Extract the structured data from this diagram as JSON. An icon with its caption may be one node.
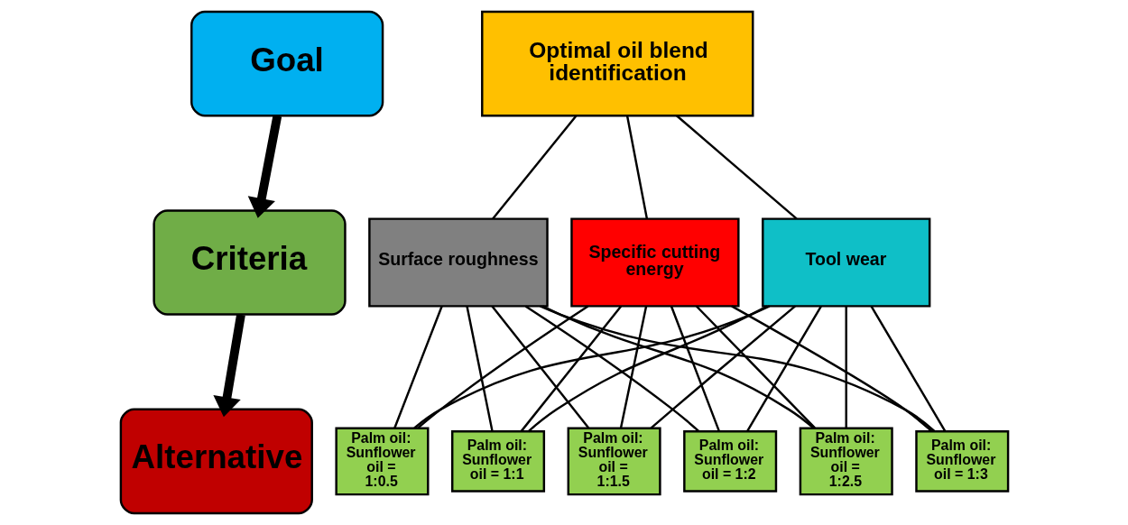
{
  "diagram": {
    "nodes": [
      {
        "text": [
          "Goal"
        ]
      },
      {
        "text": [
          "Criteria"
        ]
      },
      {
        "text": [
          "Alternative"
        ]
      },
      {
        "text": [
          "Optimal oil blend identification"
        ]
      },
      {
        "text": [
          "Surface roughness"
        ]
      },
      {
        "text": [
          "Specific cutting energy"
        ]
      },
      {
        "text": [
          "Tool wear"
        ]
      },
      {
        "text": [
          "Palm oil: Sunflower oil = 1:0.5"
        ]
      },
      {
        "text": [
          "Palm oil: Sunflower oil = 1:1"
        ]
      },
      {
        "text": [
          "Palm oil: Sunflower oil = 1:1.5"
        ]
      },
      {
        "text": [
          "Palm oil: Sunflower oil = 1:2"
        ]
      },
      {
        "text": [
          "Palm oil: Sunflower oil = 1:2.5"
        ]
      },
      {
        "text": [
          "Palm oil: Sunflower oil = 1:3"
        ]
      }
    ],
    "edges": [
      {
        "from": 0,
        "to": 1,
        "arrow": "to",
        "style": "thick"
      },
      {
        "from": 1,
        "to": 2,
        "arrow": "to",
        "style": "thick"
      },
      {
        "from": 3,
        "to": 4,
        "arrow": "none"
      },
      {
        "from": 3,
        "to": 5,
        "arrow": "none"
      },
      {
        "from": 3,
        "to": 6,
        "arrow": "none"
      },
      {
        "from": 4,
        "to": 7,
        "arrow": "none"
      },
      {
        "from": 4,
        "to": 8,
        "arrow": "none"
      },
      {
        "from": 4,
        "to": 9,
        "arrow": "none"
      },
      {
        "from": 4,
        "to": 10,
        "arrow": "none"
      },
      {
        "from": 4,
        "to": 11,
        "arrow": "none"
      },
      {
        "from": 4,
        "to": 12,
        "arrow": "none"
      },
      {
        "from": 5,
        "to": 7,
        "arrow": "none"
      },
      {
        "from": 5,
        "to": 8,
        "arrow": "none"
      },
      {
        "from": 5,
        "to": 9,
        "arrow": "none"
      },
      {
        "from": 5,
        "to": 10,
        "arrow": "none"
      },
      {
        "from": 5,
        "to": 11,
        "arrow": "none"
      },
      {
        "from": 5,
        "to": 12,
        "arrow": "none"
      },
      {
        "from": 6,
        "to": 7,
        "arrow": "none"
      },
      {
        "from": 6,
        "to": 8,
        "arrow": "none"
      },
      {
        "from": 6,
        "to": 9,
        "arrow": "none"
      },
      {
        "from": 6,
        "to": 10,
        "arrow": "none"
      },
      {
        "from": 6,
        "to": 11,
        "arrow": "none"
      },
      {
        "from": 6,
        "to": 12,
        "arrow": "none"
      }
    ]
  }
}
